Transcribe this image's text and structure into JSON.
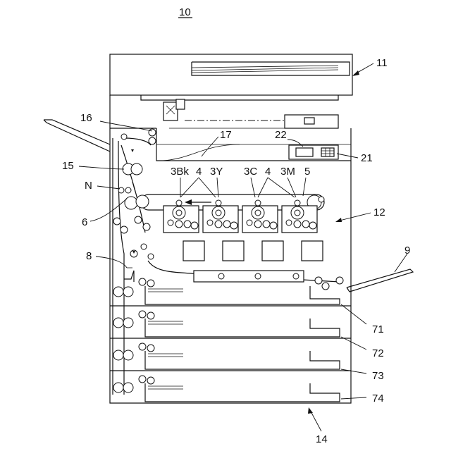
{
  "figure": {
    "title": "10",
    "labels": {
      "scanner": "11",
      "control_panel": "21",
      "display": "22",
      "discharge_path": "16",
      "fixing_unit": "15",
      "nip": "N",
      "secondary_transfer": "6",
      "exposure_unit": "17",
      "black_unit": "3Bk",
      "yellow_unit": "3Y",
      "cyan_unit": "3C",
      "magenta_unit": "3M",
      "drum_a": "4",
      "drum_b": "4",
      "belt": "5",
      "engine_body": "12",
      "manual_tray": "9",
      "registration": "8",
      "tray_1": "71",
      "tray_2": "72",
      "tray_3": "73",
      "tray_4": "74",
      "feeder_unit": "14"
    }
  }
}
